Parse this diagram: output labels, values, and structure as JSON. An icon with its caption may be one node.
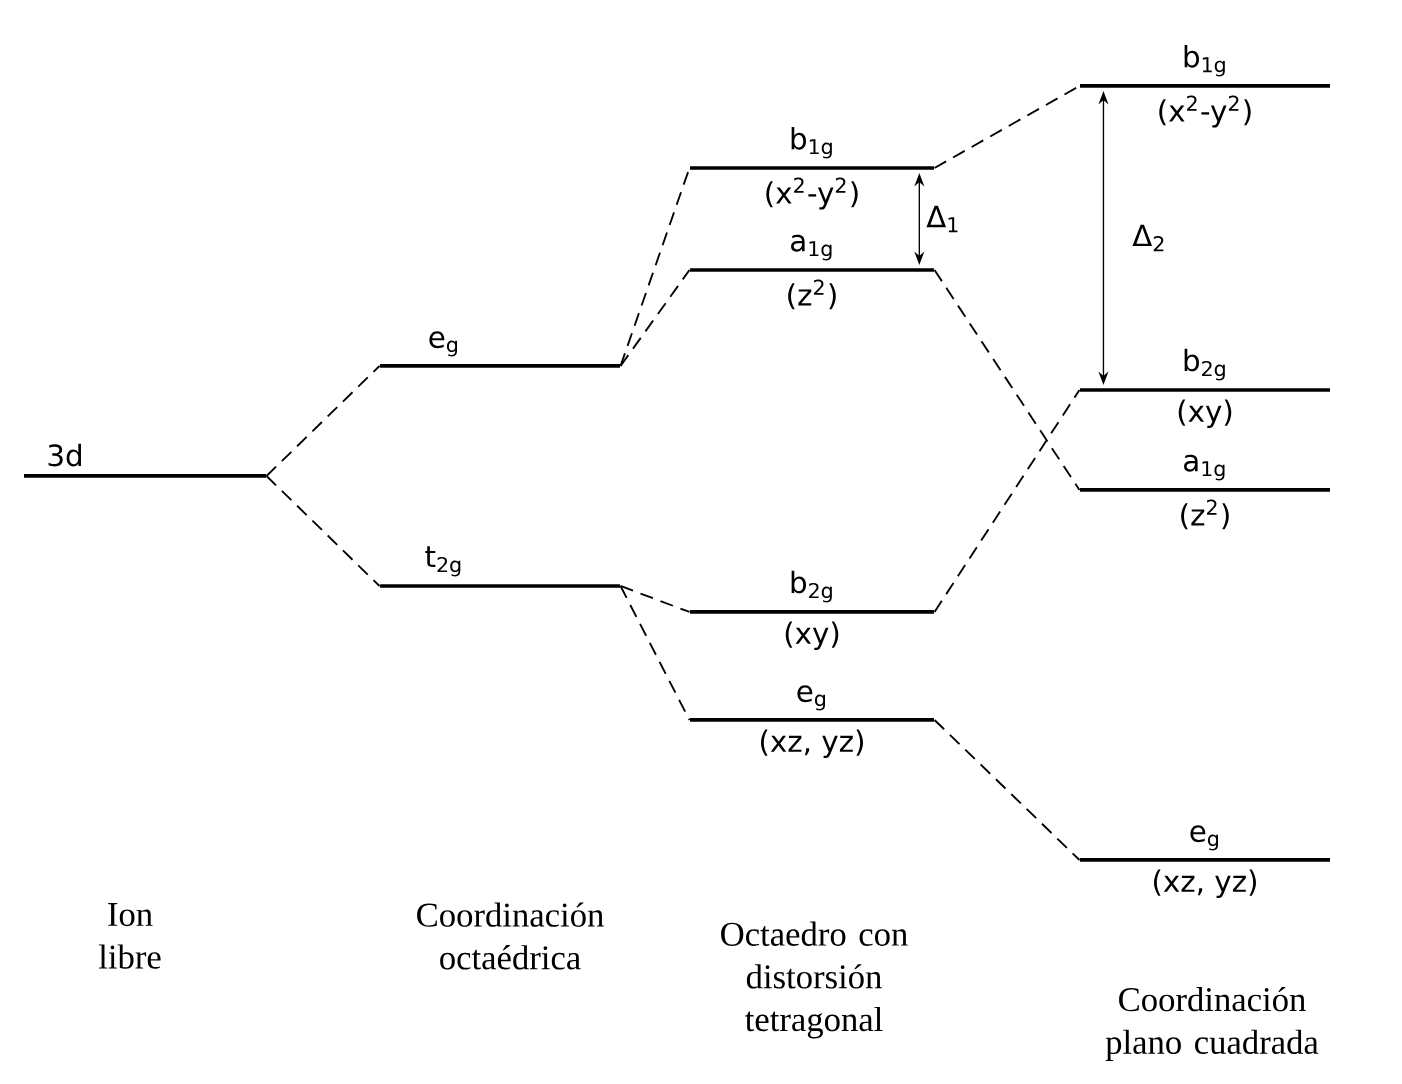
{
  "diagram": {
    "nodes": [
      {
        "text": [
          "3d"
        ]
      },
      {
        "text": [
          "e$_{g}$"
        ]
      },
      {
        "text": [
          "t$_{2g}$"
        ]
      },
      {
        "text": [
          "b$_{1g}$",
          "(x$^{2}$-y$^{2}$)"
        ]
      },
      {
        "text": [
          "a$_{1g}$",
          "(z$^{2}$)"
        ]
      },
      {
        "text": [
          "b$_{2g}$",
          "(xy)"
        ]
      },
      {
        "text": [
          "e$_{g}$",
          "(xz, yz)"
        ]
      },
      {
        "text": [
          "b$_{1g}$",
          "(x$^{2}$-y$^{2}$)"
        ]
      },
      {
        "text": [
          "b$_{2g}$",
          "(xy)"
        ]
      },
      {
        "text": [
          "a$_{1g}$",
          "(z$^{2}$)"
        ]
      },
      {
        "text": [
          "e$_{g}$",
          "(xz, yz)"
        ]
      }
    ],
    "edges": [
      {
        "from": 0,
        "to": 1,
        "arrow": "none",
        "style": "dashed"
      },
      {
        "from": 0,
        "to": 2,
        "arrow": "none",
        "style": "dashed"
      },
      {
        "from": 1,
        "to": 3,
        "arrow": "none",
        "style": "dashed"
      },
      {
        "from": 1,
        "to": 4,
        "arrow": "none",
        "style": "dashed"
      },
      {
        "from": 2,
        "to": 5,
        "arrow": "none",
        "style": "dashed"
      },
      {
        "from": 2,
        "to": 6,
        "arrow": "none",
        "style": "dashed"
      },
      {
        "from": 3,
        "to": 7,
        "arrow": "none",
        "style": "dashed"
      },
      {
        "from": 4,
        "to": 9,
        "arrow": "none",
        "style": "dashed"
      },
      {
        "from": 5,
        "to": 8,
        "arrow": "none",
        "style": "dashed"
      },
      {
        "from": 6,
        "to": 10,
        "arrow": "none",
        "style": "dashed"
      },
      {
        "from": 3,
        "to": 4,
        "arrow": "both",
        "label": "Δ$_{1}$"
      },
      {
        "from": 7,
        "to": 8,
        "arrow": "both",
        "label": "Δ$_{2}$"
      }
    ],
    "labels": [
      "Ion libre",
      "Coordinación octaédrica",
      "Octaedro con distorsión tetragonal",
      "Coordinación plano cuadrada"
    ]
  }
}
